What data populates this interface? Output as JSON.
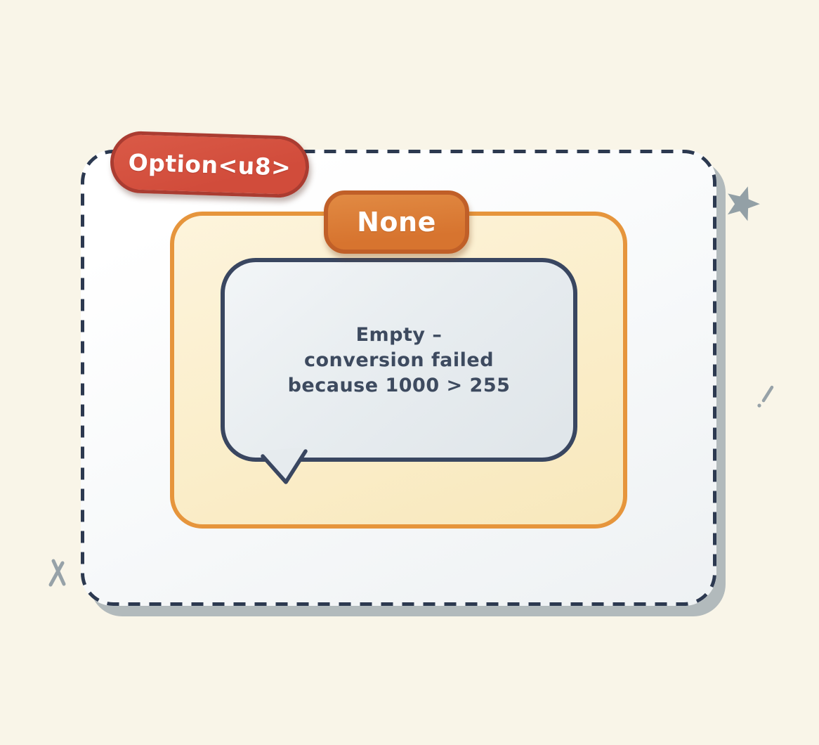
{
  "diagram": {
    "title_badge": {
      "label": "Option<u8>"
    },
    "variant_badge": {
      "label": "None"
    },
    "note": {
      "lines": [
        "Empty –",
        "conversion failed",
        "because 1000 > 255"
      ]
    },
    "colors": {
      "page_background": "#f9f5e8",
      "card_background": "#ffffff",
      "card_dashed_border": "#2c3950",
      "card_shadow": "#b2babc",
      "option_badge_fill": "#d14c3b",
      "option_badge_border": "#aa3c31",
      "variant_box_fill": "#fbefcd",
      "variant_box_border": "#e6953c",
      "variant_badge_fill": "#d7742f",
      "variant_badge_border": "#c05f28",
      "bubble_fill": "#e8edf0",
      "bubble_border": "#394660",
      "bubble_text": "#3d4a5f",
      "decoration": "#96a1a7"
    },
    "decorations": [
      "star",
      "sparkle-slash",
      "x-mark"
    ]
  }
}
